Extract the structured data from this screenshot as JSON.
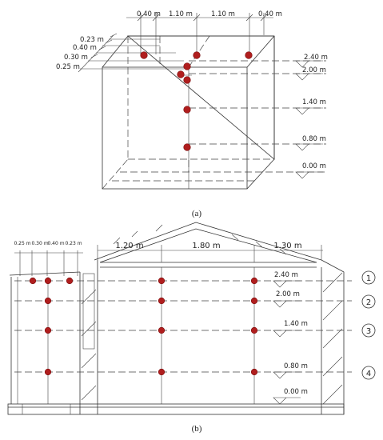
{
  "panel_a": {
    "caption": "(a)",
    "top_dims": [
      "0.40 m",
      "1.10 m",
      "1.10 m",
      "0.40 m"
    ],
    "side_dims": [
      "0.23 m",
      "0.40 m",
      "0.30 m",
      "0.25 m"
    ],
    "heights": [
      "2.40 m",
      "2.00 m",
      "1.40 m",
      "0.80 m",
      "0.00 m"
    ]
  },
  "panel_b": {
    "caption": "(b)",
    "left_dims": [
      "0.25 m",
      "0.30 m",
      "0.40 m",
      "0.23 m"
    ],
    "top_dims": [
      "1.20 m",
      "1.80 m",
      "1.30 m"
    ],
    "heights": [
      "2.40 m",
      "2.00 m",
      "1.40 m",
      "0.80 m",
      "0.00 m"
    ],
    "levels": [
      "1",
      "2",
      "3",
      "4"
    ]
  },
  "colors": {
    "sensor": "#b01e1e",
    "line": "#333333"
  }
}
